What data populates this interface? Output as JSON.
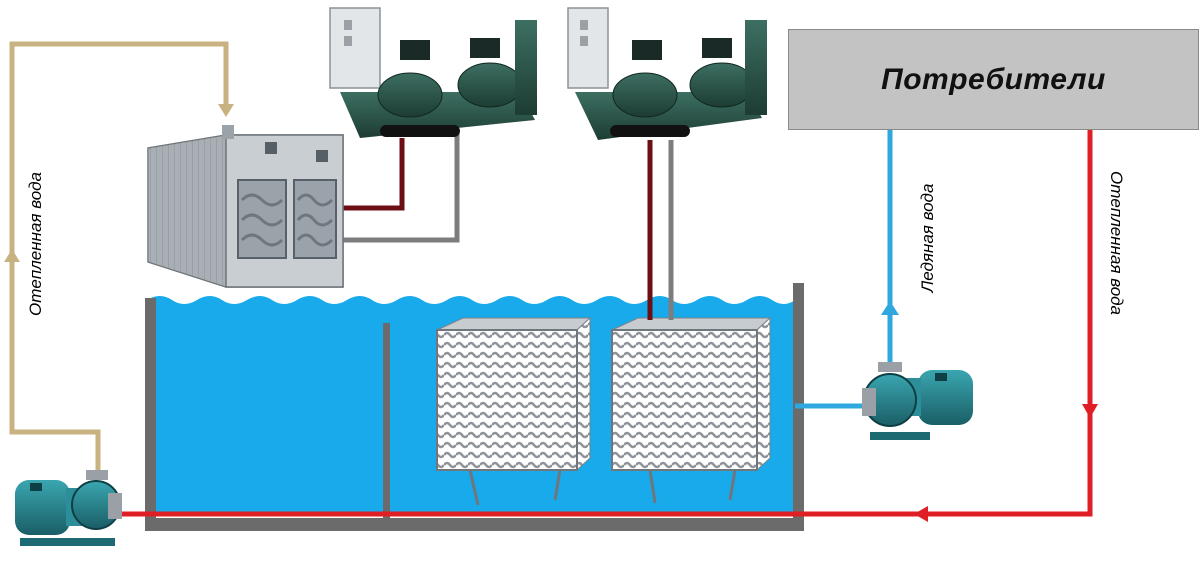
{
  "consumers": {
    "title": "Потребители"
  },
  "labels": {
    "left_return": "Отепленная вода",
    "ice_water": "Ледяная вода",
    "right_return": "Отепленная вода"
  },
  "colors": {
    "warm_return_line": "#c9b282",
    "hot_line": "#e01e26",
    "ice_line": "#2ea8de",
    "refrigerant_liquid": "#6b0f14",
    "refrigerant_gas": "#7d7d7d",
    "tank_water": "#18aaeb",
    "tank_wall": "#6b6b6b",
    "consumers_box": "#c3c3c3"
  },
  "equipment": {
    "compressor_units": 2,
    "ice_coil_banks": 2,
    "pumps": 2,
    "air_cooled_condenser": 1
  }
}
